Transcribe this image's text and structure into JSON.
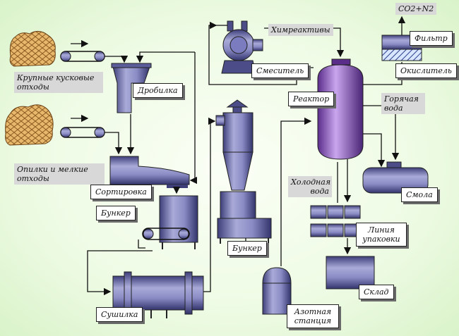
{
  "labels": {
    "coarse_waste": "Крупные кусковые отходы",
    "crusher": "Дробилка",
    "fine_waste": "Опилки и мелкие отходы",
    "sorting": "Сортировка",
    "bunker1": "Бункер",
    "dryer": "Сушилка",
    "bunker2": "Бункер",
    "nitrogen_station": "Азотная станция",
    "chemicals": "Химреактивы",
    "mixer": "Смеситель",
    "reactor": "Реактор",
    "co2_n2": "CO2+N2",
    "filter": "Фильтр",
    "oxidizer": "Окислитель",
    "hot_water": "Горячая вода",
    "cold_water": "Холодная вода",
    "resin": "Смола",
    "packing_line": "Линия упаковки",
    "warehouse": "Склад"
  }
}
